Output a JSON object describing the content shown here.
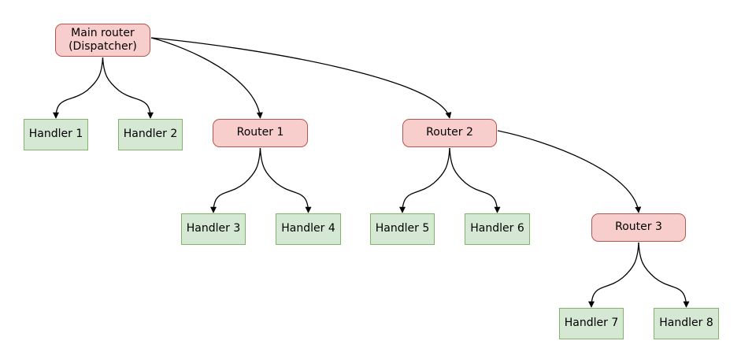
{
  "diagram": {
    "background_color": "#ffffff",
    "styles": {
      "router": {
        "fill": "#f8cecc",
        "stroke": "#b85450"
      },
      "handler": {
        "fill": "#d5e8d4",
        "stroke": "#82b366"
      },
      "edge_color": "#000000",
      "text_color": "#000000"
    },
    "nodes": [
      {
        "id": "main",
        "type": "router",
        "label": "Main router\n(Dispatcher)"
      },
      {
        "id": "handler1",
        "type": "handler",
        "label": "Handler 1"
      },
      {
        "id": "handler2",
        "type": "handler",
        "label": "Handler 2"
      },
      {
        "id": "router1",
        "type": "router",
        "label": "Router 1"
      },
      {
        "id": "router2",
        "type": "router",
        "label": "Router 2"
      },
      {
        "id": "handler3",
        "type": "handler",
        "label": "Handler 3"
      },
      {
        "id": "handler4",
        "type": "handler",
        "label": "Handler 4"
      },
      {
        "id": "handler5",
        "type": "handler",
        "label": "Handler 5"
      },
      {
        "id": "handler6",
        "type": "handler",
        "label": "Handler 6"
      },
      {
        "id": "router3",
        "type": "router",
        "label": "Router 3"
      },
      {
        "id": "handler7",
        "type": "handler",
        "label": "Handler 7"
      },
      {
        "id": "handler8",
        "type": "handler",
        "label": "Handler 8"
      }
    ],
    "edges": [
      {
        "from": "main",
        "to": "handler1"
      },
      {
        "from": "main",
        "to": "handler2"
      },
      {
        "from": "main",
        "to": "router1"
      },
      {
        "from": "main",
        "to": "router2"
      },
      {
        "from": "router1",
        "to": "handler3"
      },
      {
        "from": "router1",
        "to": "handler4"
      },
      {
        "from": "router2",
        "to": "handler5"
      },
      {
        "from": "router2",
        "to": "handler6"
      },
      {
        "from": "router2",
        "to": "router3"
      },
      {
        "from": "router3",
        "to": "handler7"
      },
      {
        "from": "router3",
        "to": "handler8"
      }
    ]
  }
}
